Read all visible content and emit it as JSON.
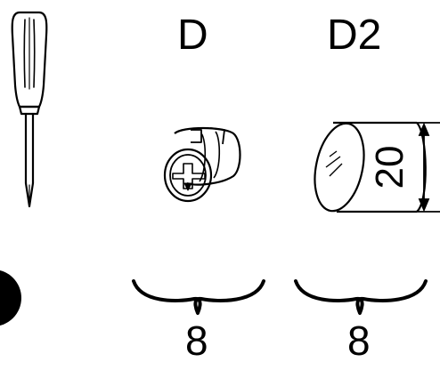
{
  "parts": [
    {
      "id": "D",
      "label": "D",
      "quantity": "8",
      "icon": "cam-lock-icon"
    },
    {
      "id": "D2",
      "label": "D2",
      "quantity": "8",
      "icon": "dowel-icon",
      "dimension": "20"
    }
  ],
  "tool": {
    "icon": "phillips-screwdriver-icon"
  },
  "colors": {
    "ink": "#000000",
    "background": "#ffffff"
  }
}
